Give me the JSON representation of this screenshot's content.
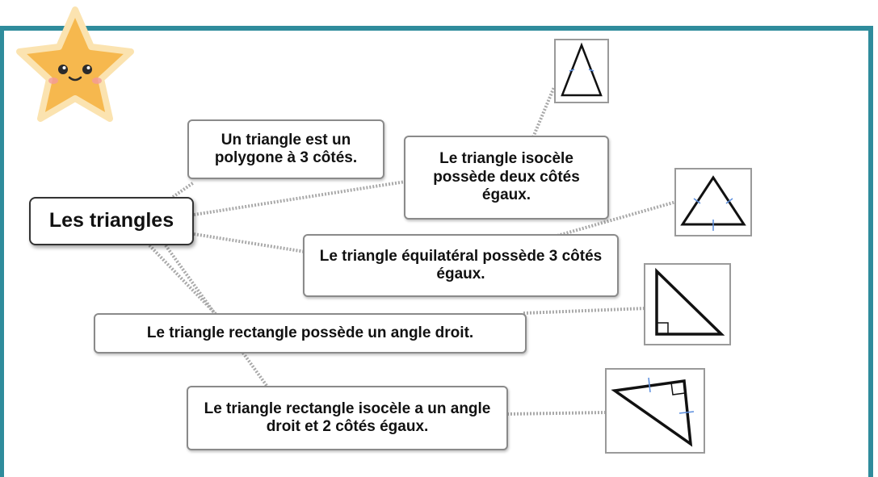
{
  "colors": {
    "frame": "#2f8c9c",
    "star_fill": "#f6b84e",
    "star_stroke": "#fbe3b0",
    "connector": "#a9a9a9",
    "tick_mark": "#5b8ede"
  },
  "mascot": {
    "icon": "smiling-star-icon"
  },
  "central": {
    "label": "Les triangles"
  },
  "nodes": {
    "polygon": "Un triangle est un polygone à 3 côtés.",
    "isosceles": "Le triangle isocèle possède deux côtés égaux.",
    "equilateral": "Le triangle équilatéral possède 3 côtés égaux.",
    "right": "Le triangle rectangle possède un angle droit.",
    "right_isosceles": "Le triangle rectangle isocèle a un angle droit et 2 côtés égaux."
  },
  "illustrations": {
    "isosceles": "isosceles-triangle-icon",
    "equilateral": "equilateral-triangle-icon",
    "right": "right-triangle-icon",
    "right_isosceles": "right-isosceles-triangle-icon"
  }
}
